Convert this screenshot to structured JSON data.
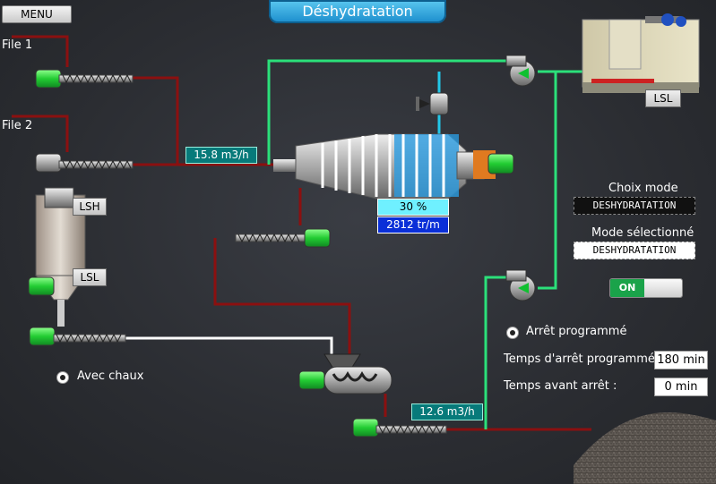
{
  "header": {
    "menu_label": "MENU",
    "title": "Déshydratation"
  },
  "inputs": {
    "file1": "File 1",
    "file2": "File 2"
  },
  "flows": {
    "inlet": "15.8 m3/h",
    "outlet": "12.6 m3/h"
  },
  "centrifuge": {
    "percent": "30 %",
    "speed": "2812 tr/m"
  },
  "level_tags": {
    "lsh_silo": "LSH",
    "lsl_silo": "LSL",
    "lsl_tank": "LSL"
  },
  "mode": {
    "choice_label": "Choix mode",
    "choice_value": "DESHYDRATATION",
    "selected_label": "Mode sélectionné",
    "selected_value": "DESHYDRATATION",
    "switch_label": "ON"
  },
  "options": {
    "lime": "Avec chaux",
    "scheduled_stop": "Arrêt programmé"
  },
  "stop": {
    "programmed_label": "Temps d'arrêt programmé",
    "programmed_value": "180 min",
    "remaining_label": "Temps avant arrêt :",
    "remaining_value": "0 min"
  },
  "colors": {
    "sludge": "#8b1010",
    "water": "#2be07a",
    "lime": "#ffffff",
    "title_blue": "#1a8ccc"
  }
}
